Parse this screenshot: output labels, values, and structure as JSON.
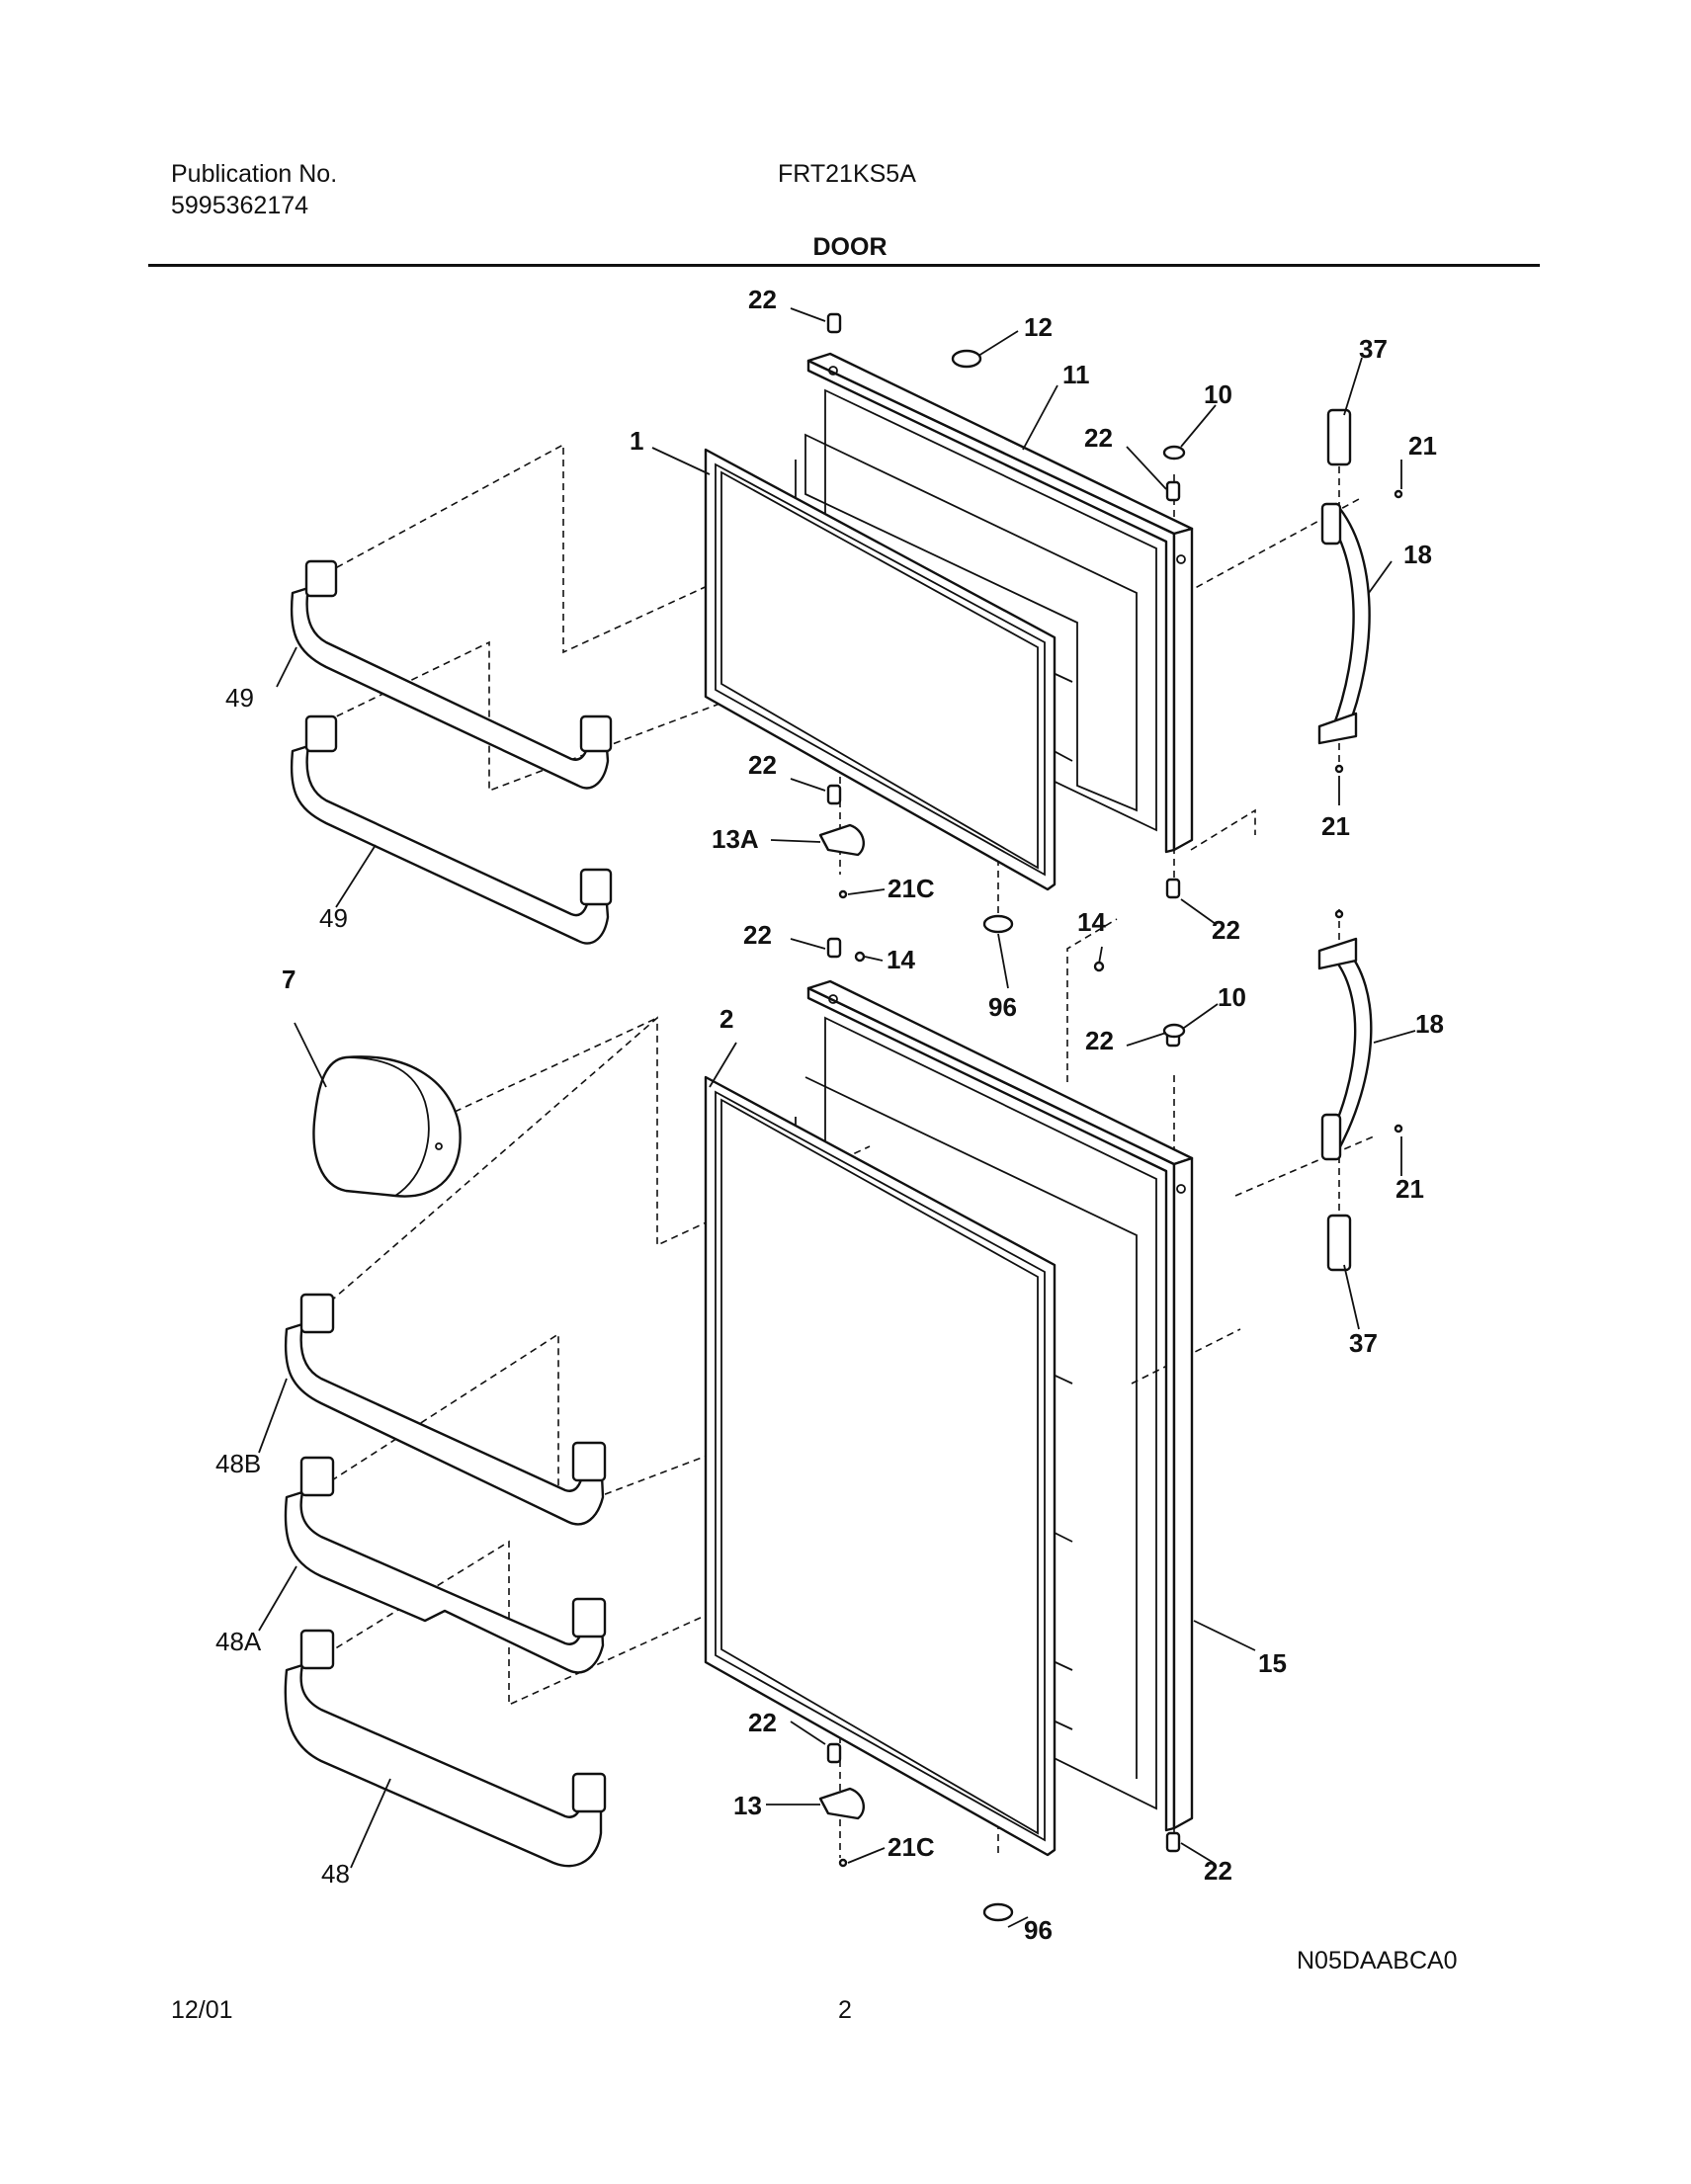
{
  "header": {
    "publication_label": "Publication No.",
    "publication_number": "5995362174",
    "model": "FRT21KS5A",
    "section_title": "DOOR"
  },
  "callouts": {
    "c1": "1",
    "c2": "2",
    "c7": "7",
    "c10a": "10",
    "c10b": "10",
    "c11": "11",
    "c12": "12",
    "c13": "13",
    "c13a": "13A",
    "c14a": "14",
    "c14b": "14",
    "c15": "15",
    "c18a": "18",
    "c18b": "18",
    "c21a": "21",
    "c21b": "21",
    "c21c": "21",
    "c21c1": "21C",
    "c21c2": "21C",
    "c22a": "22",
    "c22b": "22",
    "c22c": "22",
    "c22d": "22",
    "c22e": "22",
    "c22f": "22",
    "c22g": "22",
    "c22h": "22",
    "c37a": "37",
    "c37b": "37",
    "c48": "48",
    "c48a": "48A",
    "c48b": "48B",
    "c49a": "49",
    "c49b": "49",
    "c96a": "96",
    "c96b": "96"
  },
  "footer": {
    "diagram_code": "N05DAABCA0",
    "date": "12/01",
    "page": "2"
  }
}
